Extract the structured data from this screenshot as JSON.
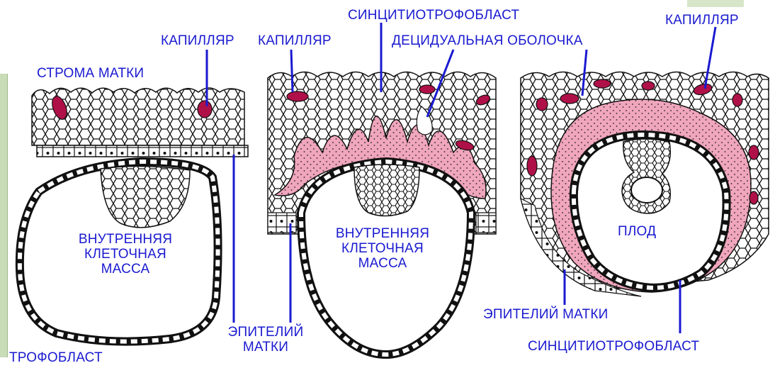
{
  "labels": {
    "stroma": "СТРОМА МАТКИ",
    "capillary_1": "КАПИЛЛЯР",
    "capillary_2": "КАПИЛЛЯР",
    "capillary_3": "КАПИЛЛЯР",
    "syncytio_top": "СИНЦИТИОТРОФОБЛАСТ",
    "decidua": "ДЕЦИДУАЛЬНАЯ ОБОЛОЧКА",
    "icm_1": [
      "ВНУТРЕННЯЯ",
      "КЛЕТОЧНАЯ",
      "МАССА"
    ],
    "icm_2": [
      "ВНУТРЕННЯЯ",
      "КЛЕТОЧНАЯ",
      "МАССА"
    ],
    "fetus": "ПЛОД",
    "epithelium_1": [
      "ЭПИТЕЛИЙ",
      "МАТКИ"
    ],
    "epithelium_2": "ЭПИТЕЛИЙ МАТКИ",
    "trophoblast": "ТРОФОБЛАСТ",
    "syncytio_bottom": "СИНЦИТИОТРОФОБЛАСТ"
  },
  "colors": {
    "label": "#1a1ad0",
    "capillary": "#b01048",
    "syncytium": "#f0a6bd",
    "outline": "#111111"
  }
}
